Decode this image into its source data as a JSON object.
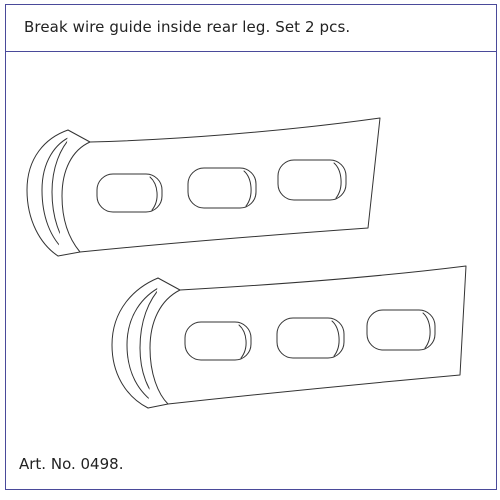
{
  "header": {
    "title": "Break wire guide inside rear leg. Set 2 pcs."
  },
  "footer": {
    "article_number": "Art. No. 0498."
  },
  "drawing": {
    "parts": [
      {
        "name": "wire-guide-top",
        "slot_count": 3
      },
      {
        "name": "wire-guide-bottom",
        "slot_count": 3
      }
    ],
    "colors": {
      "line": "#333333",
      "fill": "#ffffff",
      "frame": "#4a4a9a"
    }
  }
}
